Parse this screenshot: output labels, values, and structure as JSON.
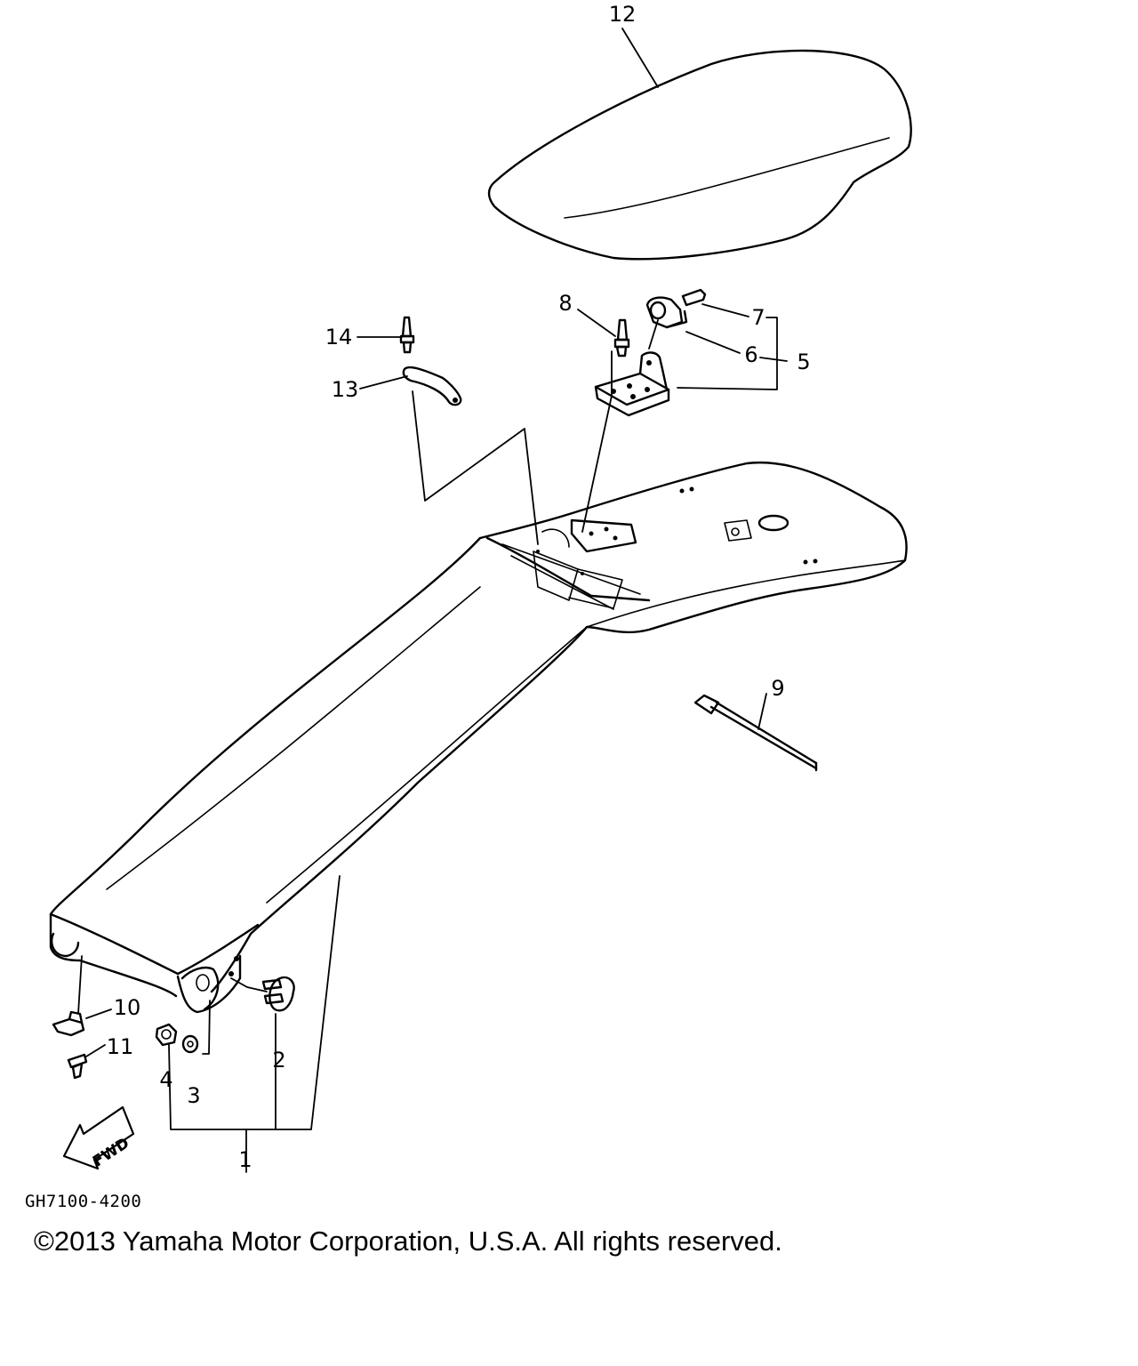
{
  "diagram": {
    "callouts": {
      "c1": "1",
      "c2": "2",
      "c3": "3",
      "c4": "4",
      "c5": "5",
      "c6": "6",
      "c7": "7",
      "c8": "8",
      "c9": "9",
      "c10": "10",
      "c11": "11",
      "c12": "12",
      "c13": "13",
      "c14": "14"
    },
    "fwd_label": "FWD"
  },
  "footer": {
    "drawing_number": "GH7100-4200",
    "copyright": "©2013 Yamaha Motor Corporation, U.S.A. All rights reserved."
  }
}
